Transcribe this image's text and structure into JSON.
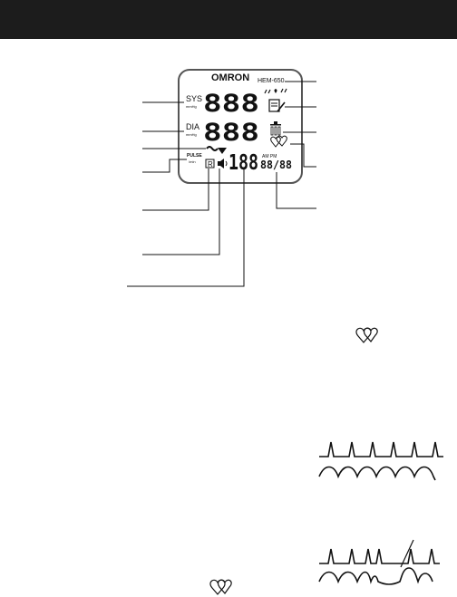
{
  "header": {
    "background": "#1c1c1c"
  },
  "display": {
    "brand": "OMRON",
    "model": "HEM-650",
    "sys_label": "SYS",
    "sys_unit": "mmHg",
    "sys_digits": "888",
    "dia_label": "DIA",
    "dia_unit": "mmHg",
    "dia_digits": "888",
    "pulse_label": "PULSE",
    "pulse_unit": "/min",
    "pulse_digits": "188",
    "memory_badge": "R",
    "ampm_label": "AM PM",
    "date_digits": "88/88"
  },
  "icons": [
    "heartbeat-icon",
    "memory-note-icon",
    "battery-icon",
    "irregular-heartbeat-icon",
    "cuff-icon",
    "sound-icon"
  ],
  "waveforms": [
    "regular-heartbeat",
    "irregular-heartbeat"
  ]
}
